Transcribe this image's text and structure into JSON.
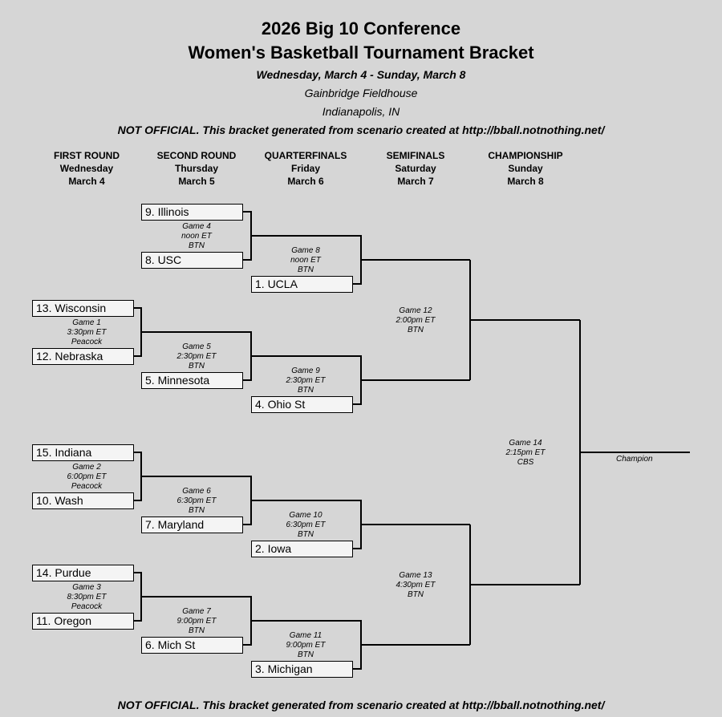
{
  "header": {
    "title_line1": "2026 Big 10 Conference",
    "title_line2": "Women's Basketball Tournament Bracket",
    "dates": "Wednesday, March 4 - Sunday, March 8",
    "venue": "Gainbridge Fieldhouse",
    "city": "Indianapolis, IN",
    "disclaimer": "NOT OFFICIAL.  This bracket generated from scenario created at http://bball.notnothing.net/"
  },
  "rounds": [
    {
      "name": "FIRST ROUND",
      "day": "Wednesday",
      "date": "March 4"
    },
    {
      "name": "SECOND ROUND",
      "day": "Thursday",
      "date": "March 5"
    },
    {
      "name": "QUARTERFINALS",
      "day": "Friday",
      "date": "March 6"
    },
    {
      "name": "SEMIFINALS",
      "day": "Saturday",
      "date": "March 7"
    },
    {
      "name": "CHAMPIONSHIP",
      "day": "Sunday",
      "date": "March 8"
    }
  ],
  "teams": {
    "r1": [
      "13. Wisconsin",
      "12. Nebraska",
      "15. Indiana",
      "10. Wash",
      "14. Purdue",
      "11. Oregon"
    ],
    "r2": [
      "9. Illinois",
      "8. USC",
      "5. Minnesota",
      "7. Maryland",
      "6. Mich St"
    ],
    "qf": [
      "1. UCLA",
      "4. Ohio St",
      "2. Iowa",
      "3. Michigan"
    ]
  },
  "games": [
    {
      "game": "Game 1",
      "time": "3:30pm ET",
      "network": "Peacock"
    },
    {
      "game": "Game 2",
      "time": "6:00pm ET",
      "network": "Peacock"
    },
    {
      "game": "Game 3",
      "time": "8:30pm ET",
      "network": "Peacock"
    },
    {
      "game": "Game 4",
      "time": "noon ET",
      "network": "BTN"
    },
    {
      "game": "Game 5",
      "time": "2:30pm ET",
      "network": "BTN"
    },
    {
      "game": "Game 6",
      "time": "6:30pm ET",
      "network": "BTN"
    },
    {
      "game": "Game 7",
      "time": "9:00pm ET",
      "network": "BTN"
    },
    {
      "game": "Game 8",
      "time": "noon ET",
      "network": "BTN"
    },
    {
      "game": "Game 9",
      "time": "2:30pm ET",
      "network": "BTN"
    },
    {
      "game": "Game 10",
      "time": "6:30pm ET",
      "network": "BTN"
    },
    {
      "game": "Game 11",
      "time": "9:00pm ET",
      "network": "BTN"
    },
    {
      "game": "Game 12",
      "time": "2:00pm ET",
      "network": "BTN"
    },
    {
      "game": "Game 13",
      "time": "4:30pm ET",
      "network": "BTN"
    },
    {
      "game": "Game 14",
      "time": "2:15pm ET",
      "network": "CBS"
    }
  ],
  "champion_label": "Champion"
}
